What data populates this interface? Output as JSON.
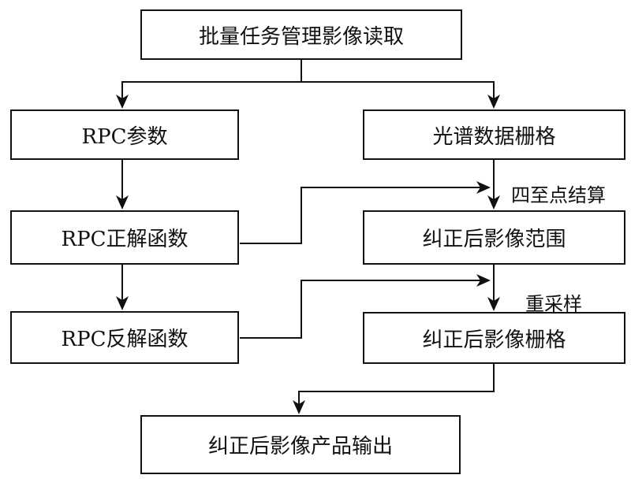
{
  "nodes": {
    "batch_read": "批量任务管理影像读取",
    "rpc_params": "RPC参数",
    "spectral_raster": "光谱数据栅格",
    "rpc_forward": "RPC正解函数",
    "rectified_extent": "纠正后影像范围",
    "rpc_inverse": "RPC反解函数",
    "rectified_raster": "纠正后影像栅格",
    "output": "纠正后影像产品输出"
  },
  "edge_labels": {
    "corner_calc": "四至点结算",
    "resample": "重采样"
  }
}
